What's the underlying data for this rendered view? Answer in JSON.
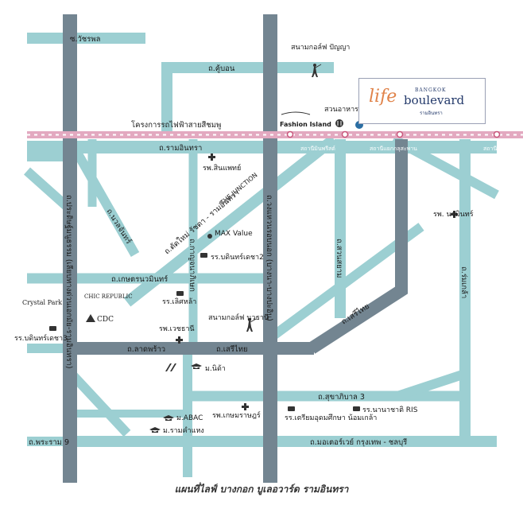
{
  "roads": {
    "vacharapol": "ซ.วัชรพล",
    "khubon": "ถ.คู้บอน",
    "ramintra": "ถ.รามอินทรา",
    "nawamin": "ถ.นวมินทร์",
    "prasert_manukit": "ถ.ประดิษฐ์มนูธรรม (เลียบทางด่วนเอกมัย-รามอินทรา)",
    "tad_mai": "ถ.ตัดใหม่ รัชดา - รามอินทรา",
    "kaset_nawamin": "ถ.เกษตรนวมินทร์",
    "ramkhamhaeng_vertical": "ถ.นวลจันทร์",
    "kanchanaphisek": "ถ.กาญจนาภิเษก",
    "outer_ring": "ถ.วงแหวนรอบนอก (บางนา-บางปะอิน)",
    "sukhaphiban_3_vertical": "ถ.สวนสยาม",
    "seri_thai_diag": "ถ.เสรีไทย",
    "lat_phrao": "ถ.ลาดพร้าว",
    "seri_thai": "ถ.เสรีไทย",
    "sukhaphiban_3": "ถ.สุขาภิบาล 3",
    "phra_ram_9": "ถ.พระราม 9",
    "motorway": "ถ.มอเตอร์เวย์ กรุงเทพ - ชลบุรี",
    "rat_phatthana": "ถ.ร่มเกล้า"
  },
  "rail": {
    "pink_line": "โครงการรถไฟฟ้าสายสีชมพู",
    "stations": [
      "สถานีมินพรีสต์",
      "สถานีแยกกลุสะพาน",
      "สถานีมีนบุรี"
    ]
  },
  "places": {
    "golf_panya": "สนามกอล์ฟ ปัญญา",
    "fashion_island": "Fashion Island",
    "suan_ahan": "สวนอาหาร จันทร์เพ็ญ",
    "hospital_sinphaet": "รพ.สินแพทย์",
    "the_junction": "THE JUNCTION",
    "max_value": "MAX Value",
    "school_bodin2": "รร.บดินทร์เดชา2",
    "chic_republic": "CHIC REPUBLIC",
    "crystal_park": "Crystal Park",
    "school_laemsak": "รร.เลิศหล้า",
    "cdc": "CDC",
    "school_bodin3": "รร.บดินทร์เดชา3",
    "hospital_vejthani": "รพ.เวชธานี",
    "golf_nawathani": "สนามกอล์ฟ นวธานี",
    "univ_nida": "ม.นิด้า",
    "hospital_nawamin": "รพ. นวมินทร์",
    "abac": "ม.ABAC",
    "ramkhamhaeng_univ": "ม.รามคำแหง",
    "hospital_kasemrad": "รพ.เกษมราษฎร์",
    "school_triam_nomklao": "รร.เตรียมอุดมศึกษา น้อมเกล้า",
    "ris": "รร.นานาชาติ RIS"
  },
  "logo": {
    "life": "life",
    "bangkok": "BANGKOK",
    "boulevard": "boulevard",
    "sub": "รามอินทรา"
  },
  "caption": "แผนที่ไลฟ์ บางกอก บูเลอวาร์ด รามอินทรา",
  "colors": {
    "road_major": "#738591",
    "road_minor": "#9ccfd2",
    "rail": "#e3a9c0",
    "logo_accent": "#e0834a",
    "logo_navy": "#243a6b"
  }
}
